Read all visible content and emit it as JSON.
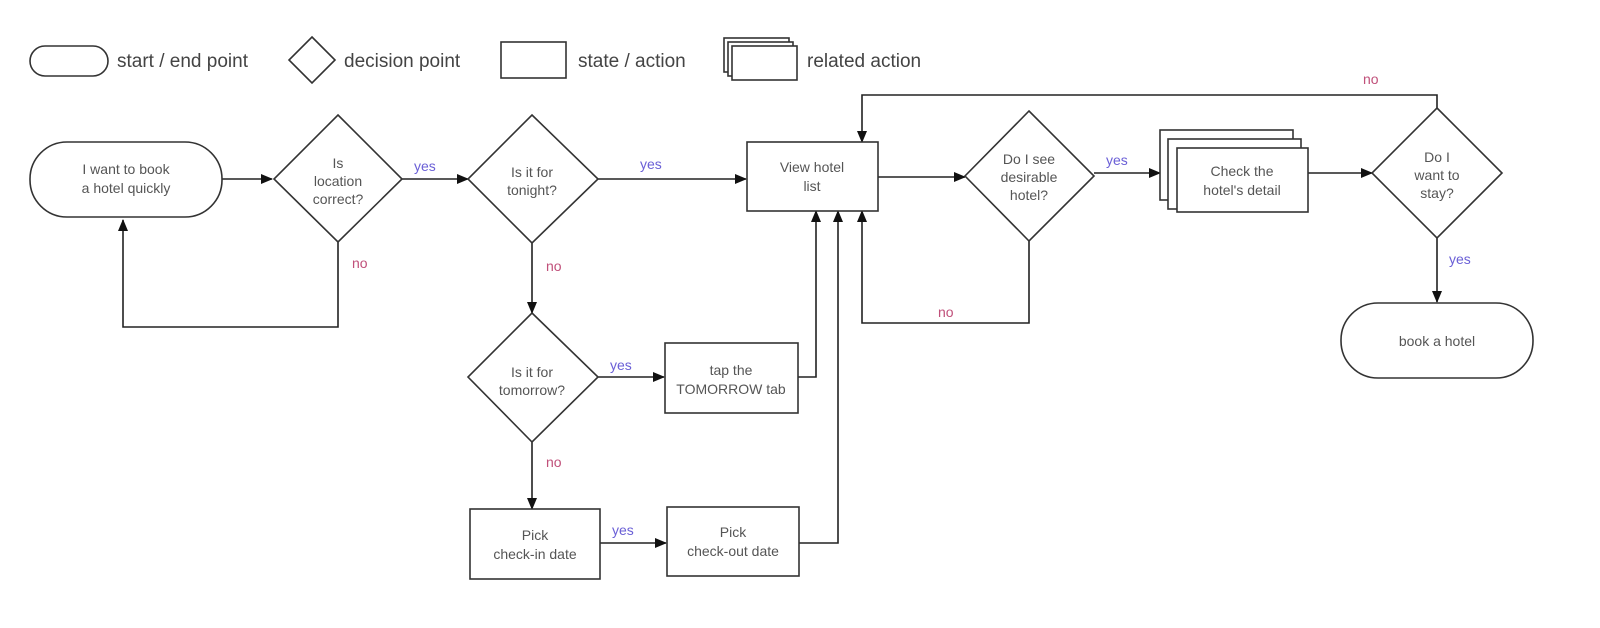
{
  "legend": {
    "start_end": "start / end point",
    "decision": "decision point",
    "state_action": "state / action",
    "related_action": "related action"
  },
  "nodes": {
    "start": [
      "I want to book",
      "a hotel quickly"
    ],
    "location": [
      "Is",
      "location",
      "correct?"
    ],
    "tonight": [
      "Is it for",
      "tonight?"
    ],
    "tomorrow": [
      "Is it for",
      "tomorrow?"
    ],
    "tap_tomorrow": [
      "tap the",
      "TOMORROW tab"
    ],
    "check_in": [
      "Pick",
      "check-in date"
    ],
    "check_out": [
      "Pick",
      "check-out date"
    ],
    "view_list": [
      "View hotel",
      "list"
    ],
    "desirable": [
      "Do I see",
      "desirable",
      "hotel?"
    ],
    "detail": [
      "Check the",
      "hotel's detail"
    ],
    "stay": [
      "Do I",
      "want to",
      "stay?"
    ],
    "book": [
      "book a hotel"
    ]
  },
  "edge_labels": {
    "yes": "yes",
    "no": "no"
  },
  "colors": {
    "yes": "#6a5fd6",
    "no": "#c0507a",
    "stroke": "#333333"
  }
}
